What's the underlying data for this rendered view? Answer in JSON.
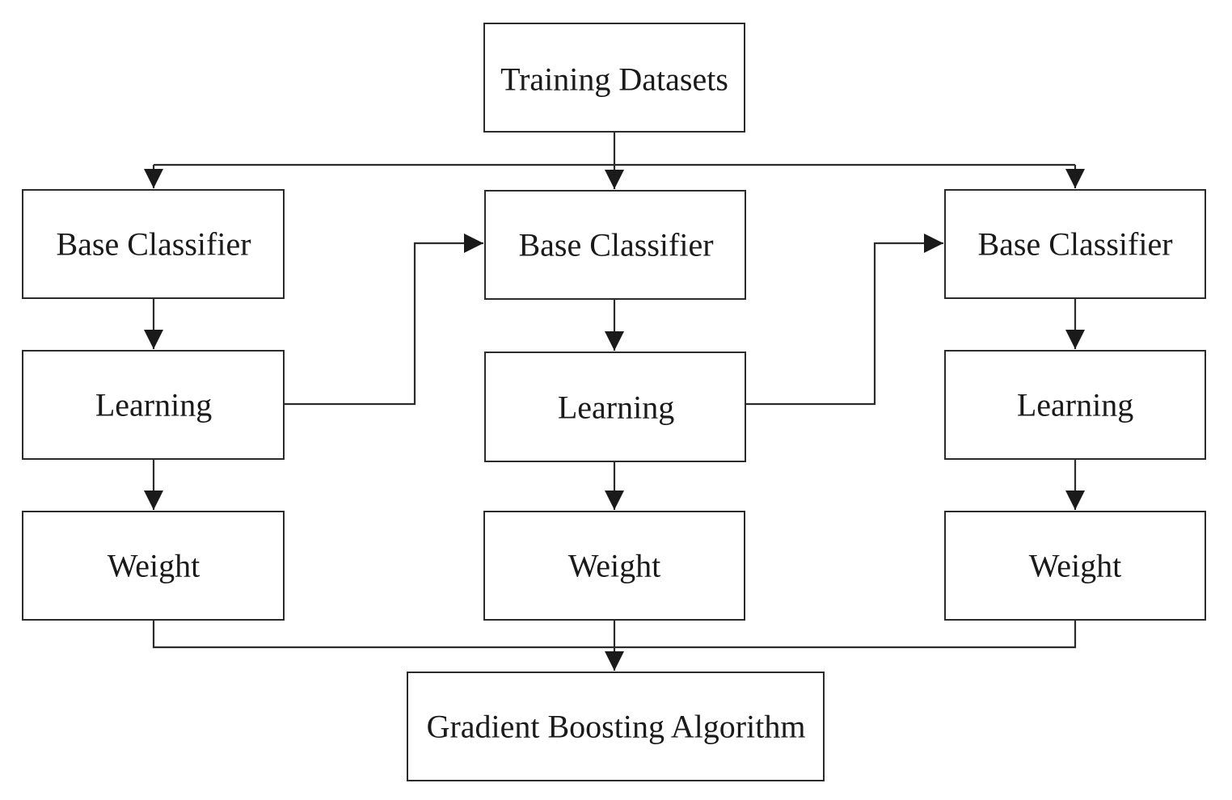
{
  "diagram": {
    "nodes": {
      "training": "Training Datasets",
      "base1": "Base Classifier",
      "base2": "Base Classifier",
      "base3": "Base Classifier",
      "learn1": "Learning",
      "learn2": "Learning",
      "learn3": "Learning",
      "weight1": "Weight",
      "weight2": "Weight",
      "weight3": "Weight",
      "gba": "Gradient Boosting Algorithm"
    }
  }
}
